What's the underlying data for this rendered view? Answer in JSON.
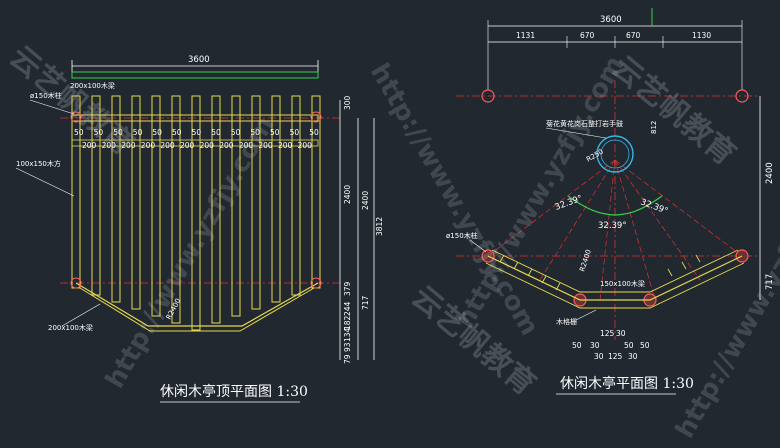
{
  "left_plan": {
    "title": "休闲木亭顶平面图 1:30",
    "top_dim": "3600",
    "labels": {
      "beam_top": "200x100木梁",
      "column": "ø150木柱",
      "purlin": "100x150木方",
      "beam_bottom": "200x100木梁",
      "radius": "R2400"
    },
    "row_spacing_top": [
      "50",
      "50",
      "50",
      "50",
      "50",
      "50",
      "50",
      "50",
      "50",
      "50",
      "50",
      "50",
      "50"
    ],
    "row_spacing_200": [
      "200",
      "200",
      "200",
      "200",
      "200",
      "200",
      "200",
      "200",
      "200",
      "200",
      "200",
      "200"
    ],
    "right_dims": [
      "300",
      "2400",
      "379",
      "244",
      "182",
      "134",
      "93",
      "79"
    ],
    "right_dims_outer": [
      "2400",
      "3812",
      "717"
    ]
  },
  "right_plan": {
    "title": "休闲木亭平面图 1:30",
    "top_dim": "3600",
    "sub_dims": [
      "1131",
      "670",
      "670",
      "1130"
    ],
    "labels": {
      "stone": "菊花黄花岗石整打岩手鼓",
      "column": "ø150木柱",
      "beam": "150x100木梁",
      "seat": "木格栅",
      "radius": "R2400",
      "r_small": "R250",
      "h812": "812"
    },
    "angles": [
      "32.39°",
      "32.39°",
      "32.39°"
    ],
    "right_dims": [
      "2400",
      "717"
    ],
    "bottom_dims_a": [
      "125",
      "30"
    ],
    "bottom_dims_b": [
      "50",
      "30",
      "50",
      "50"
    ],
    "bottom_dims_c": [
      "30",
      "125",
      "30"
    ]
  },
  "watermark": {
    "url": "http://www.yzfjy.com",
    "brand": "云艺帆教育"
  }
}
